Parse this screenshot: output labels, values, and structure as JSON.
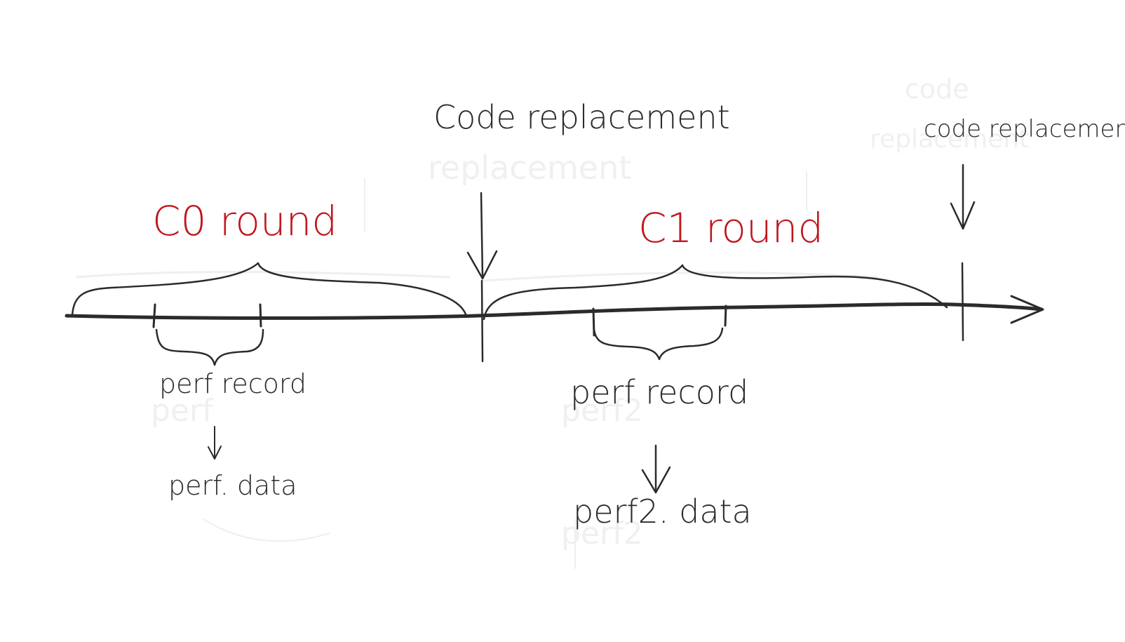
{
  "colors": {
    "ink": "#2b2b2b",
    "accent": "#c0161d",
    "ghost": "#efefef",
    "background": "#ffffff"
  },
  "labels": {
    "code_replacement_1": "Code replacement",
    "code_replacement_2": "code replacement",
    "c0_round": "C0 round",
    "c1_round": "C1 round",
    "perf_record_1": "perf record",
    "perf_record_2": "perf record",
    "perf_data_1": "perf. data",
    "perf_data_2": "perf2. data"
  }
}
